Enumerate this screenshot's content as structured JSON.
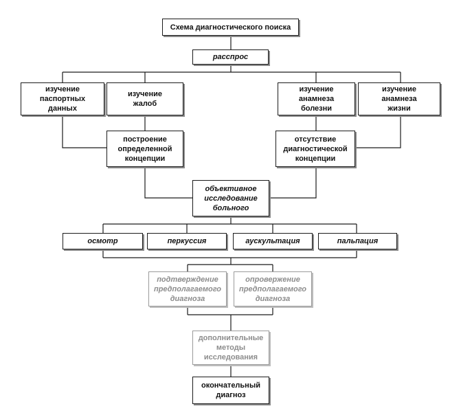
{
  "nodes": {
    "title": "Схема диагностического поиска",
    "inquiry": "расспрос",
    "passport": "изучение\nпаспортных\nданных",
    "complaints": "изучение\nжалоб",
    "anamnesis_disease": "изучение\nанамнеза\nболезни",
    "anamnesis_life": "изучение\nанамнеза\nжизни",
    "concept": "построение\nопределенной\nконцепции",
    "no_concept": "отсутствие\nдиагностической\nконцепции",
    "objective": "объективное\nисследование\nбольного",
    "inspection": "осмотр",
    "percussion": "перкуссия",
    "auscultation": "аускультация",
    "palpation": "пальпация",
    "confirm": "подтверждение\nпредполагаемого\nдиагноза",
    "refute": "опровержение\nпредполагаемого\nдиагноза",
    "additional": "дополнительные\nметоды\nисследования",
    "final": "окончательный\nдиагноз"
  },
  "colors": {
    "line": "#1a1a1a",
    "muted": "#8c8c8c"
  }
}
